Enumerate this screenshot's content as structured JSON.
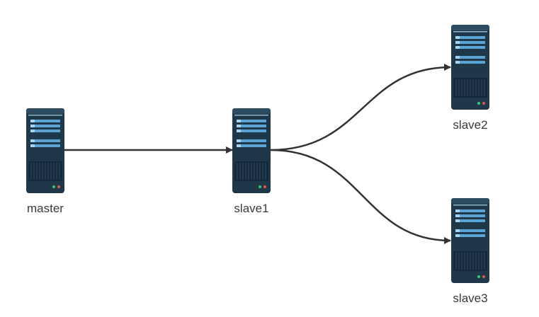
{
  "colors": {
    "server_body": "#1f3849",
    "server_top": "#2d4c61",
    "server_stripe": "#5aa3d4",
    "server_stripe_light": "#a9d4ef",
    "server_vent": "#16293a",
    "led_green": "#3ec37a",
    "led_red": "#e0574f",
    "edge": "#333333",
    "label": "#3a3a3a"
  },
  "nodes": {
    "master": {
      "label": "master",
      "icon": "server-icon"
    },
    "slave1": {
      "label": "slave1",
      "icon": "server-icon"
    },
    "slave2": {
      "label": "slave2",
      "icon": "server-icon"
    },
    "slave3": {
      "label": "slave3",
      "icon": "server-icon"
    }
  },
  "edges": [
    {
      "from": "master",
      "to": "slave1"
    },
    {
      "from": "slave1",
      "to": "slave2"
    },
    {
      "from": "slave1",
      "to": "slave3"
    }
  ]
}
